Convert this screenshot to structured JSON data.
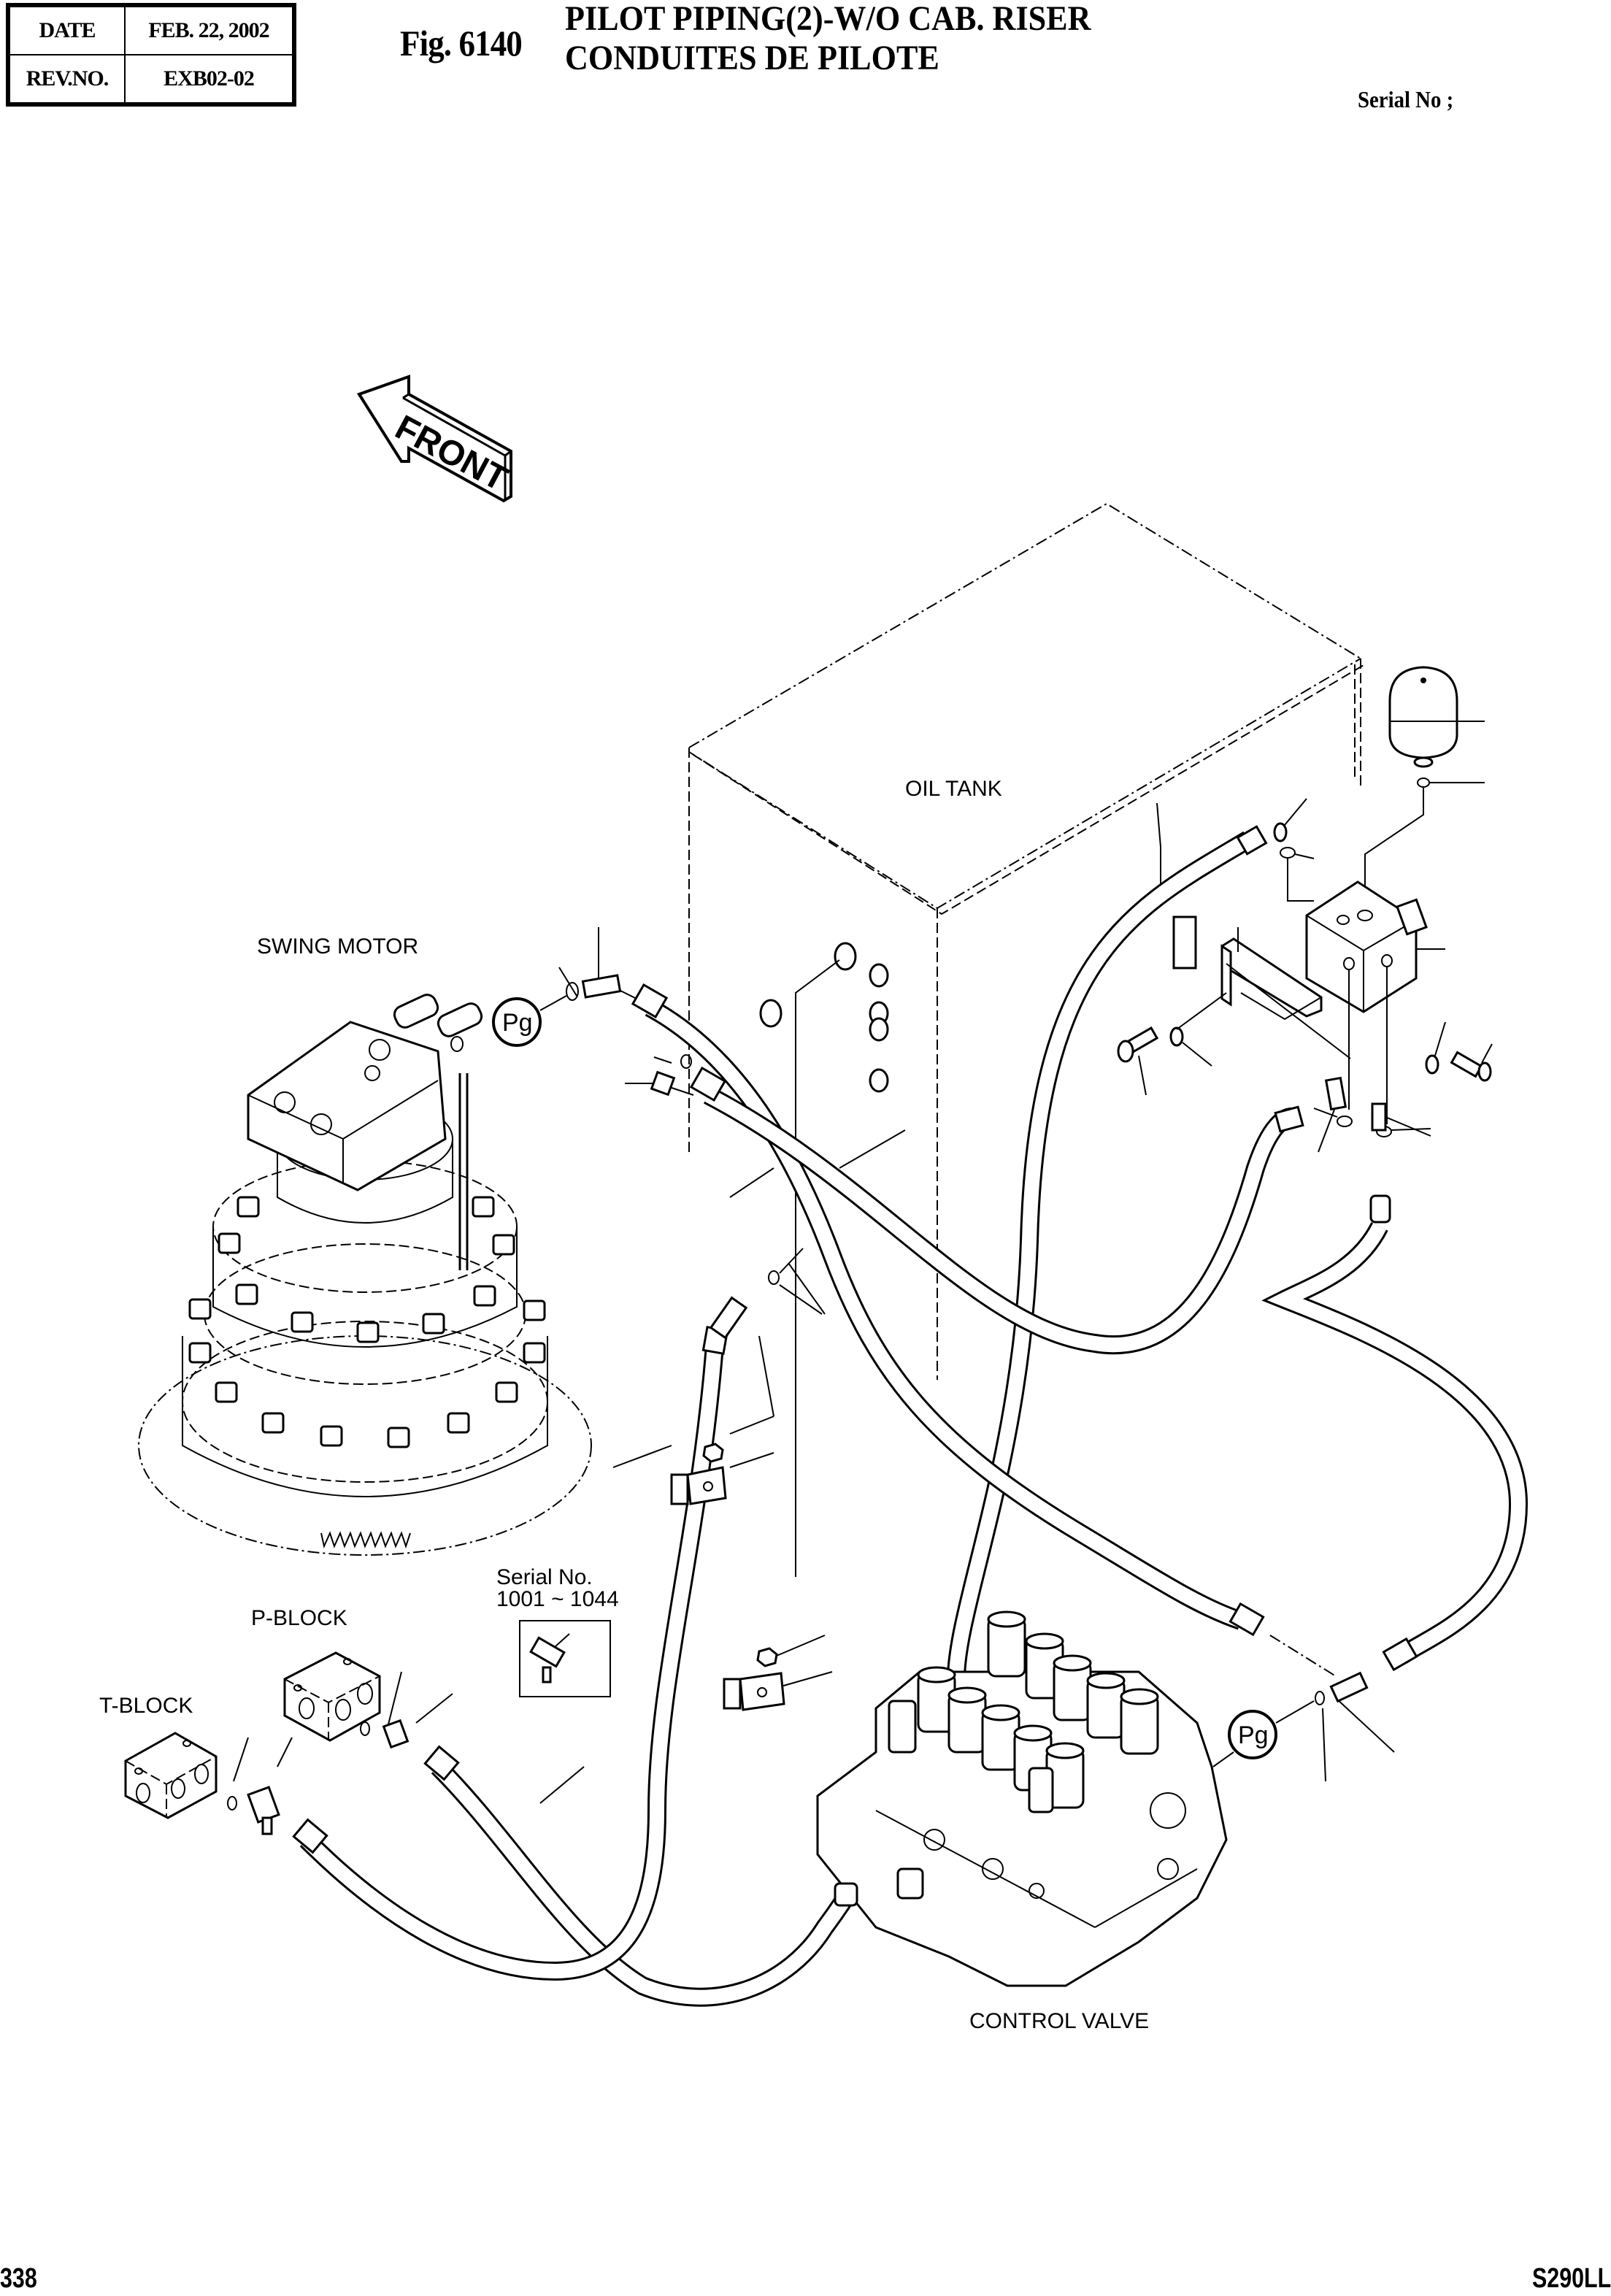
{
  "header": {
    "date_label": "DATE",
    "date_value": "FEB. 22, 2002",
    "rev_label": "REV.NO.",
    "rev_value": "EXB02-02",
    "figure_number": "Fig. 6140",
    "title_en": "PILOT PIPING(2)-W/O CAB. RISER",
    "title_fr": "CONDUITES DE PILOTE",
    "serial_label": "Serial No ;"
  },
  "diagram": {
    "direction_arrow": "FRONT",
    "components": {
      "oil_tank": "OIL TANK",
      "swing_motor": "SWING MOTOR",
      "p_block": "P-BLOCK",
      "t_block": "T-BLOCK",
      "control_valve": "CONTROL VALVE"
    },
    "pressure_ports": [
      "Pg",
      "Pg"
    ],
    "serial_note": {
      "line1": "Serial No.",
      "line2": "1001 ~ 1044"
    }
  },
  "footer": {
    "page_number": "338",
    "model": "S290LL"
  }
}
